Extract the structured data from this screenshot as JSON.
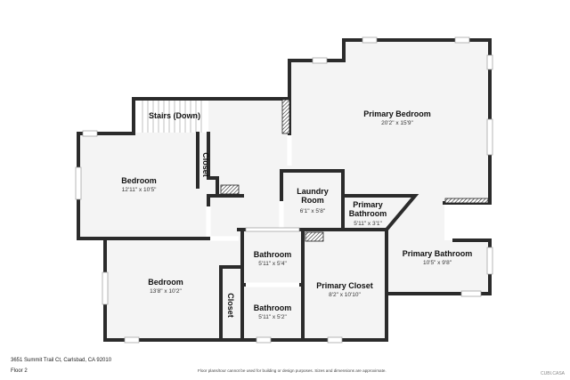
{
  "plan": {
    "address": "3651 Summit Trail Ct, Carlsbad, CA 92010",
    "floor": "Floor 2",
    "disclaimer": "Floor plans/tour cannot be used for building or design purposes. Sizes and dimensions are approximate.",
    "brand": "CUBI.CASA"
  },
  "rooms": [
    {
      "id": "stairs",
      "name": "Stairs (Down)",
      "dims": ""
    },
    {
      "id": "bedroom-1",
      "name": "Bedroom",
      "dims": "12'11\" x 10'5\""
    },
    {
      "id": "closet-1",
      "name": "Closet",
      "dims": ""
    },
    {
      "id": "laundry",
      "name": "Laundry\nRoom",
      "dims": "6'1\" x 5'8\""
    },
    {
      "id": "primary-bedroom",
      "name": "Primary Bedroom",
      "dims": "20'2\" x 15'9\""
    },
    {
      "id": "primary-bath-small",
      "name": "Primary\nBathroom",
      "dims": "5'11\" x 3'1\""
    },
    {
      "id": "primary-bath-large",
      "name": "Primary Bathroom",
      "dims": "10'5\" x 9'8\""
    },
    {
      "id": "bedroom-2",
      "name": "Bedroom",
      "dims": "13'8\" x 10'2\""
    },
    {
      "id": "closet-2",
      "name": "Closet",
      "dims": ""
    },
    {
      "id": "bathroom-1",
      "name": "Bathroom",
      "dims": "5'11\" x 5'4\""
    },
    {
      "id": "bathroom-2",
      "name": "Bathroom",
      "dims": "5'11\" x 5'2\""
    },
    {
      "id": "primary-closet",
      "name": "Primary Closet",
      "dims": "8'2\" x 10'10\""
    }
  ]
}
